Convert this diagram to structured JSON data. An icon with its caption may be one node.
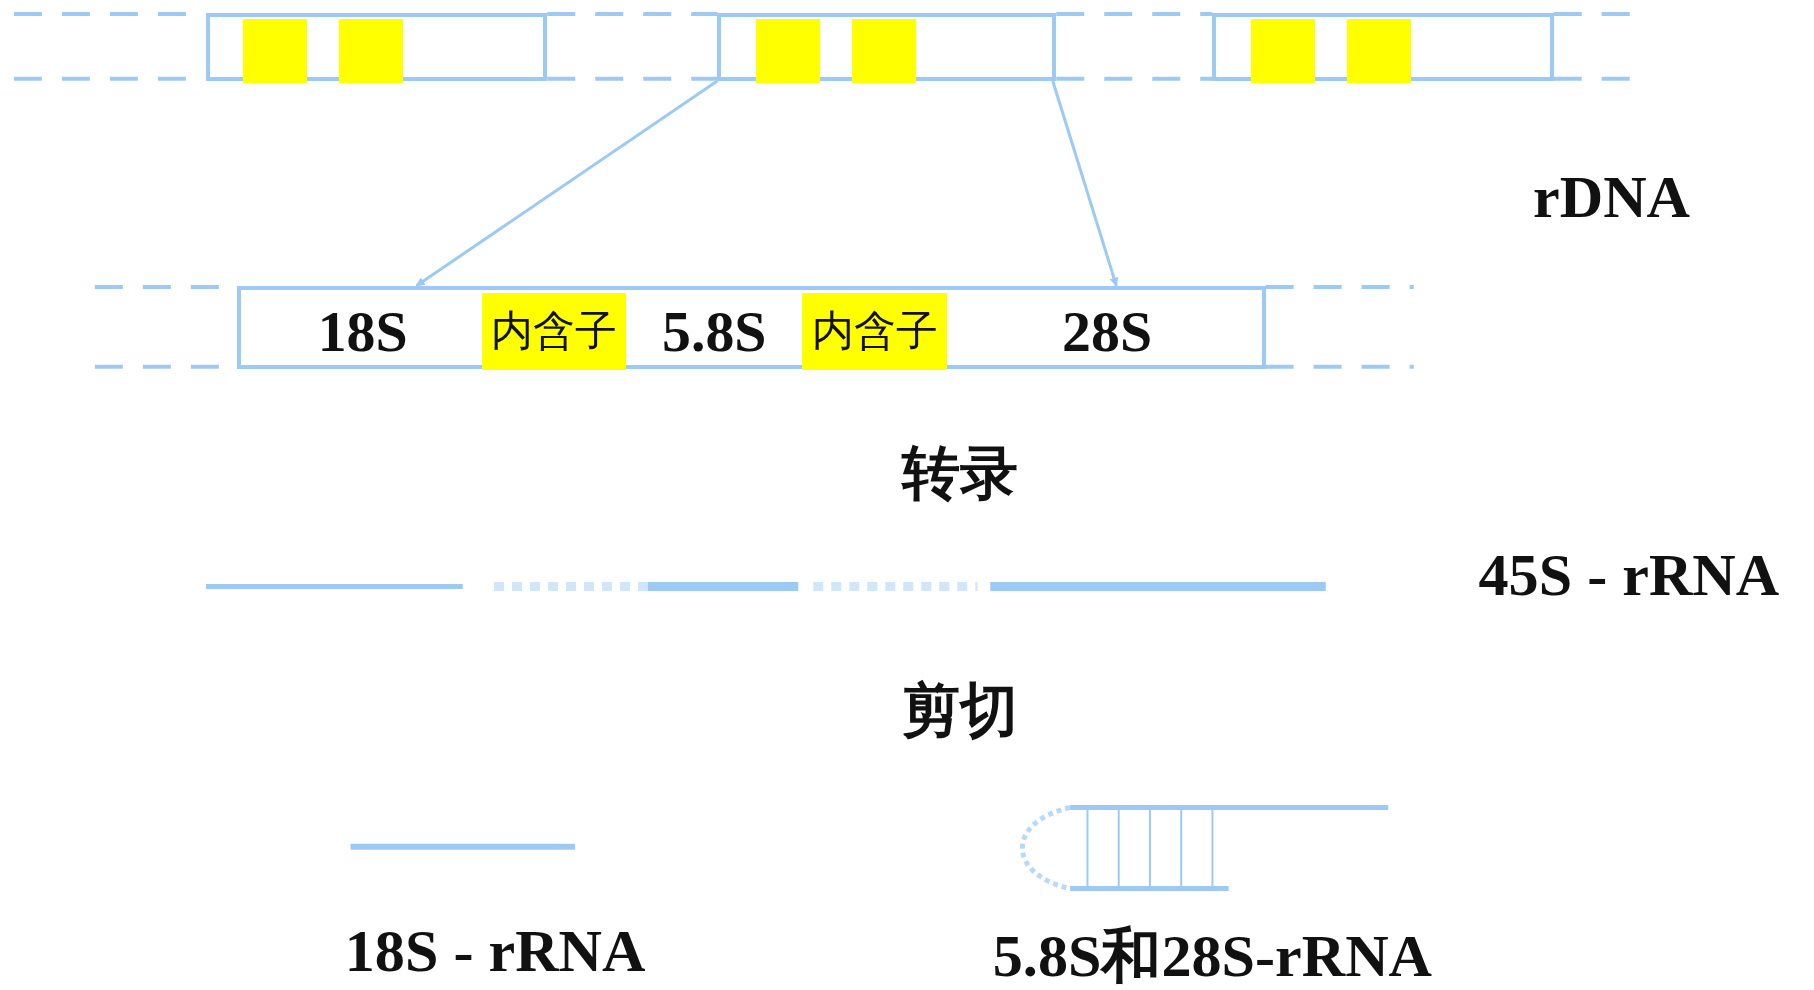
{
  "diagram": {
    "nodes": [
      {
        "text": [],
        "shape": "box"
      },
      {
        "text": [],
        "shape": "box",
        "in": 0
      },
      {
        "text": [],
        "shape": "box",
        "in": 0
      },
      {
        "text": [],
        "shape": "box"
      },
      {
        "text": [],
        "shape": "box",
        "in": 3
      },
      {
        "text": [],
        "shape": "box",
        "in": 3
      },
      {
        "text": [],
        "shape": "box"
      },
      {
        "text": [],
        "shape": "box",
        "in": 6
      },
      {
        "text": [],
        "shape": "box",
        "in": 6
      },
      {
        "text": [],
        "shape": "box"
      },
      {
        "text": [
          "18S"
        ],
        "in": 9
      },
      {
        "text": [
          "内含子"
        ],
        "in": 9
      },
      {
        "text": [
          "5.8S"
        ],
        "in": 9
      },
      {
        "text": [
          "内含子"
        ],
        "in": 9
      },
      {
        "text": [
          "28S"
        ],
        "in": 9
      }
    ],
    "edges": [
      {
        "from": 3,
        "to": 9,
        "arrow": "to"
      },
      {
        "from": 3,
        "to": 9,
        "arrow": "to"
      },
      {
        "from": 0,
        "to": 3,
        "arrow": "none",
        "style": "dashed"
      },
      {
        "from": 0,
        "to": 3,
        "arrow": "none",
        "style": "dashed"
      },
      {
        "from": 3,
        "to": 6,
        "arrow": "none",
        "style": "dashed"
      },
      {
        "from": 3,
        "to": 6,
        "arrow": "none",
        "style": "dashed"
      }
    ],
    "labels": [
      "rDNA",
      "转录",
      "45S - rRNA",
      "剪切",
      "18S - rRNA",
      "5.8S和28S-rRNA"
    ]
  }
}
